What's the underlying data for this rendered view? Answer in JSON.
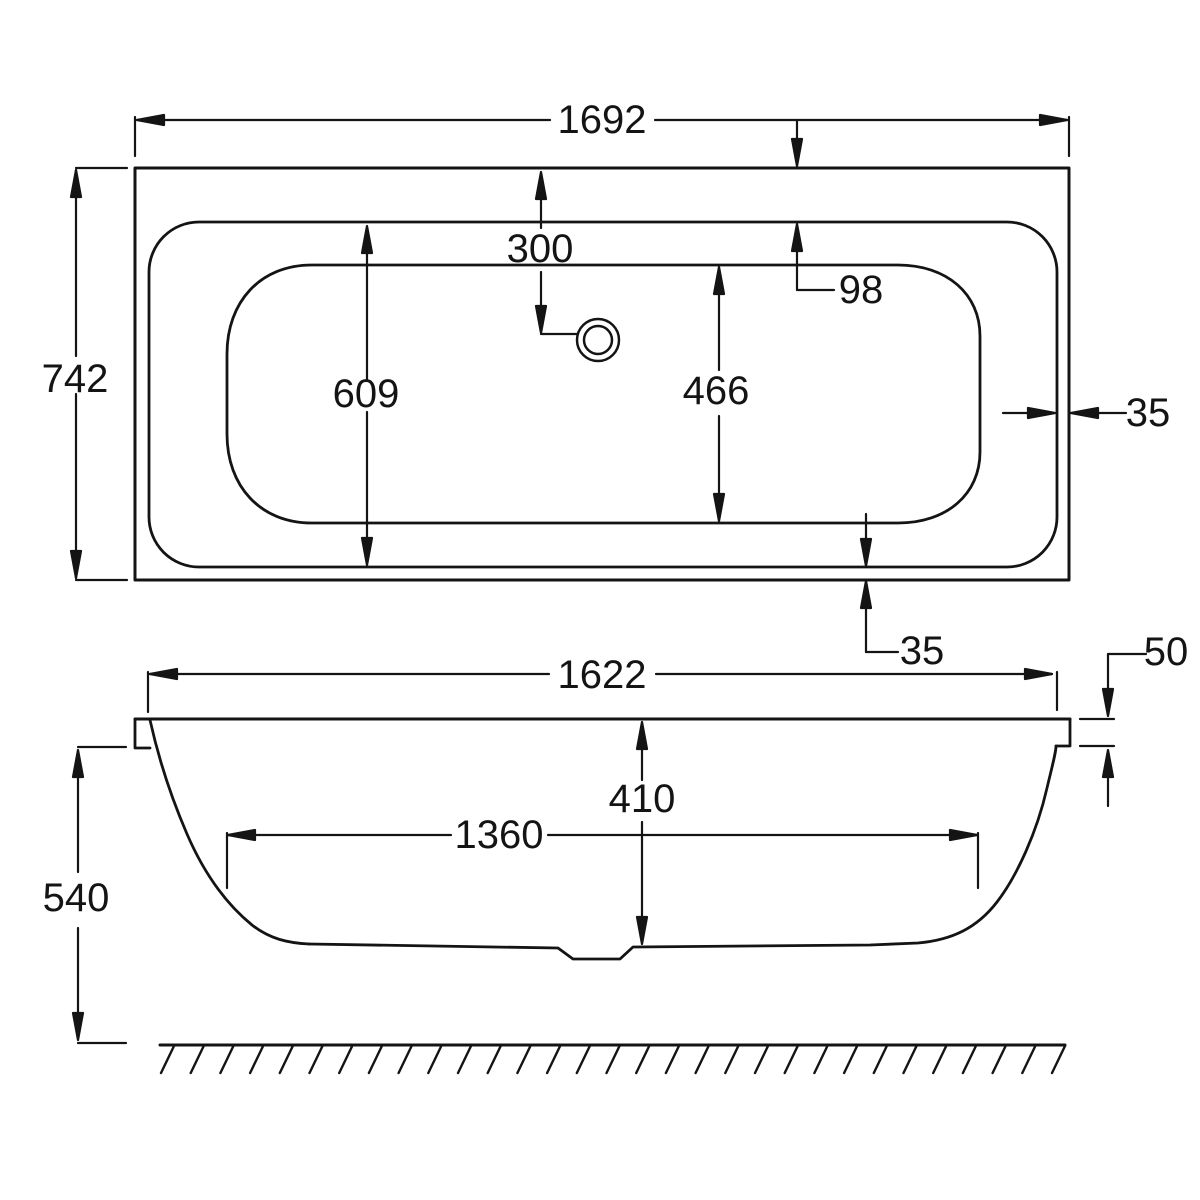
{
  "drawing": {
    "kind": "bathtub-dimension-diagram",
    "views": {
      "plan": "top view of double-ended bath with central waste",
      "profile": "side elevation of bath on floor"
    }
  },
  "colors": {
    "line": "#141414",
    "background": "#ffffff"
  },
  "dims": {
    "top": {
      "overall_length": "1692",
      "overall_width": "742",
      "drain_distance": "300",
      "head_rim": "98",
      "inner_width_head": "609",
      "inner_width_foot": "466",
      "side_rim": "35",
      "foot_rim": "35"
    },
    "side": {
      "rim_length": "1622",
      "lip_drop": "50",
      "inner_depth": "410",
      "base_length": "1360",
      "overall_height": "540"
    }
  }
}
